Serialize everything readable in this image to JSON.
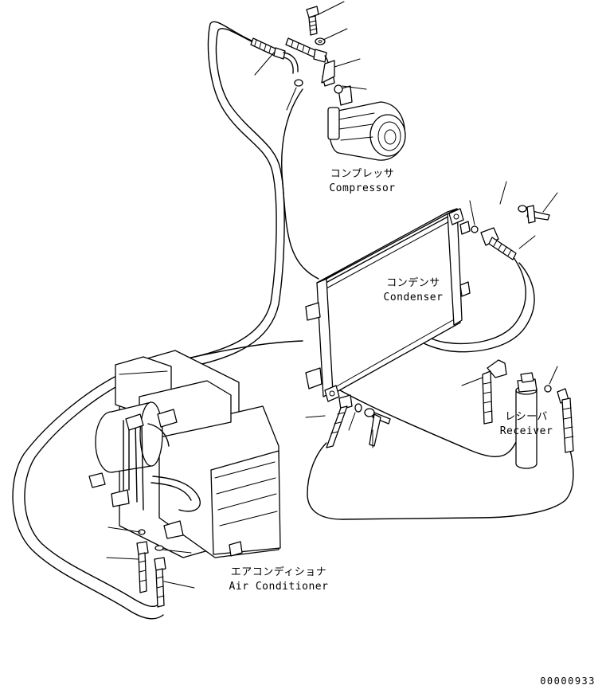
{
  "labels": {
    "compressor": {
      "jp": "コンプレッサ",
      "en": "Compressor"
    },
    "condenser": {
      "jp": "コンデンサ",
      "en": "Condenser"
    },
    "receiver": {
      "jp": "レシーバ",
      "en": "Receiver"
    },
    "air_conditioner": {
      "jp": "エアコンディショナ",
      "en": "Air Conditioner"
    }
  },
  "drawing_number": "00000933"
}
